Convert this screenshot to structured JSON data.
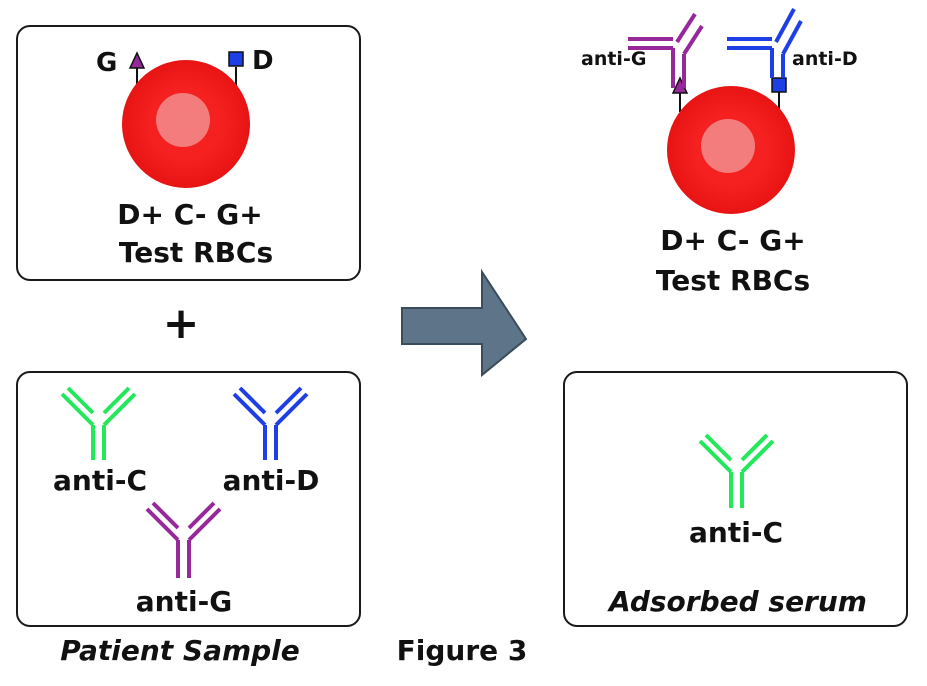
{
  "top_left": {
    "antigen_left": "G",
    "antigen_right": "D",
    "cell_line1": "D+ C- G+",
    "cell_line2": "Test RBCs"
  },
  "plus_sign": "+",
  "patient_box": {
    "antibody_1": "anti-C",
    "antibody_2": "anti-D",
    "antibody_3": "anti-G",
    "caption": "Patient Sample"
  },
  "top_right": {
    "bound_left": "anti-G",
    "bound_right": "anti-D",
    "cell_line1": "D+ C- G+",
    "cell_line2": "Test RBCs"
  },
  "adsorbed_box": {
    "antibody": "anti-C",
    "caption": "Adsorbed serum"
  },
  "figure_label": "Figure 3",
  "colors": {
    "cell_red": "#f21e1e",
    "cell_core": "#f37d7d",
    "anti_c_green": "#22e85a",
    "anti_d_blue": "#1f3fe6",
    "anti_g_purple": "#96289a",
    "arrow_fill": "#5d7489",
    "arrow_stroke": "#3b4c5b"
  }
}
